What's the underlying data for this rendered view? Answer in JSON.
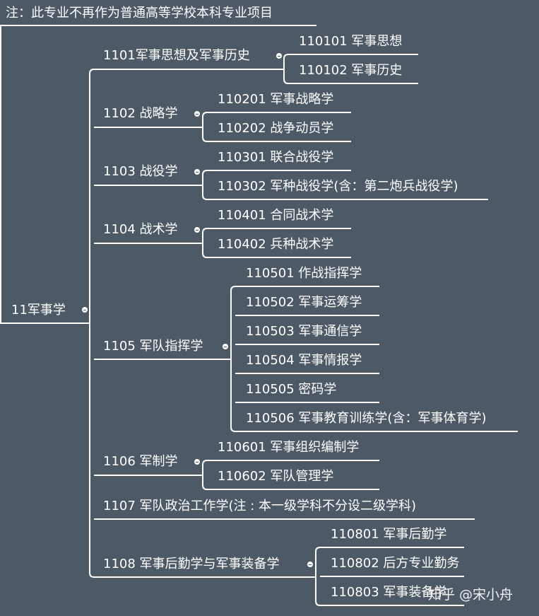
{
  "note": "注：此专业不再作为普通高等学校本科专业项目",
  "root": {
    "label": "11军事学"
  },
  "branches": [
    {
      "label": "1101军事思想及军事历史",
      "children": [
        "110101 军事思想",
        "110102 军事历史"
      ]
    },
    {
      "label": "1102 战略学",
      "children": [
        "110201 军事战略学",
        "110202 战争动员学"
      ]
    },
    {
      "label": "1103 战役学",
      "children": [
        "110301 联合战役学",
        "110302 军种战役学(含：第二炮兵战役学)"
      ]
    },
    {
      "label": "1104 战术学",
      "children": [
        "110401 合同战术学",
        "110402 兵种战术学"
      ]
    },
    {
      "label": "1105 军队指挥学",
      "children": [
        "110501 作战指挥学",
        "110502 军事运筹学",
        "110503 军事通信学",
        "110504 军事情报学",
        "110505 密码学",
        "110506 军事教育训练学(含：军事体育学)"
      ]
    },
    {
      "label": "1106 军制学",
      "children": [
        "110601 军事组织编制学",
        "110602 军队管理学"
      ]
    },
    {
      "label": "1107 军队政治工作学(注 : 本一级学科不分设二级学科)",
      "children": []
    },
    {
      "label": "1108 军事后勤学与军事装备学",
      "children": [
        "110801 军事后勤学",
        "110802 后方专业勤务",
        "110803 军事装备学"
      ]
    }
  ],
  "watermark": "知乎 @宋小舟",
  "colors": {
    "background": "#4d5a66",
    "line": "#ffffff",
    "text": "#ffffff"
  }
}
